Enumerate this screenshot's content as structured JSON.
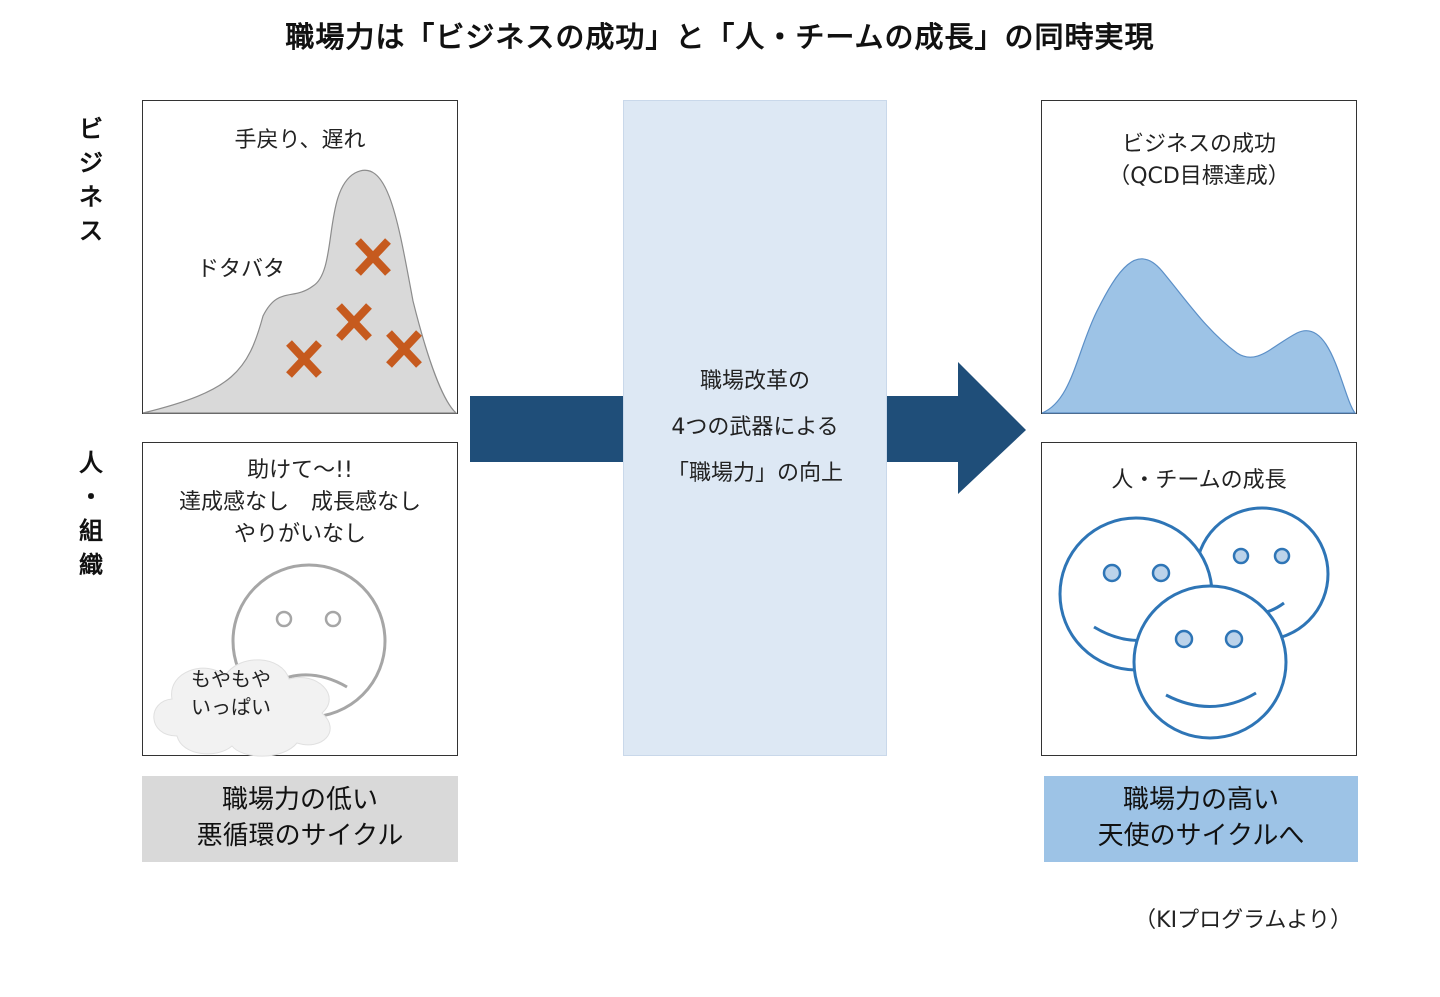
{
  "title": "職場力は「ビジネスの成功」と「人・チームの成長」の同時実現",
  "row_labels": {
    "business": [
      "ビ",
      "ジ",
      "ネ",
      "ス"
    ],
    "people": [
      "人",
      "・",
      "組",
      "織"
    ]
  },
  "left": {
    "business_panel": {
      "heading": "手戻り、遅れ",
      "chaos_label": "ドタバタ"
    },
    "people_panel": {
      "lines": [
        "助けて〜!!",
        "達成感なし　成長感なし",
        "やりがいなし"
      ],
      "cloud_lines": [
        "もやもや",
        "いっぱい"
      ]
    },
    "footer": [
      "職場力の低い",
      "悪循環のサイクル"
    ]
  },
  "center": {
    "lines": [
      "職場改革の",
      "4つの武器による",
      "「職場力」の向上"
    ]
  },
  "right": {
    "business_panel": {
      "lines": [
        "ビジネスの成功",
        "（QCD目標達成）"
      ]
    },
    "people_panel": {
      "heading": "人・チームの成長"
    },
    "footer": [
      "職場力の高い",
      "天使のサイクルへ"
    ]
  },
  "credit": "（KIプログラムより）",
  "colors": {
    "gray_fill": "#d9d9d9",
    "cross": "#c65a1e",
    "arrow": "#1f4e79",
    "blue_fill": "#9dc3e6",
    "blue_stroke": "#2e75b6",
    "center_bg": "#dde8f4",
    "right_footer_bg": "#9dc3e6",
    "left_footer_bg": "#d9d9d9"
  }
}
